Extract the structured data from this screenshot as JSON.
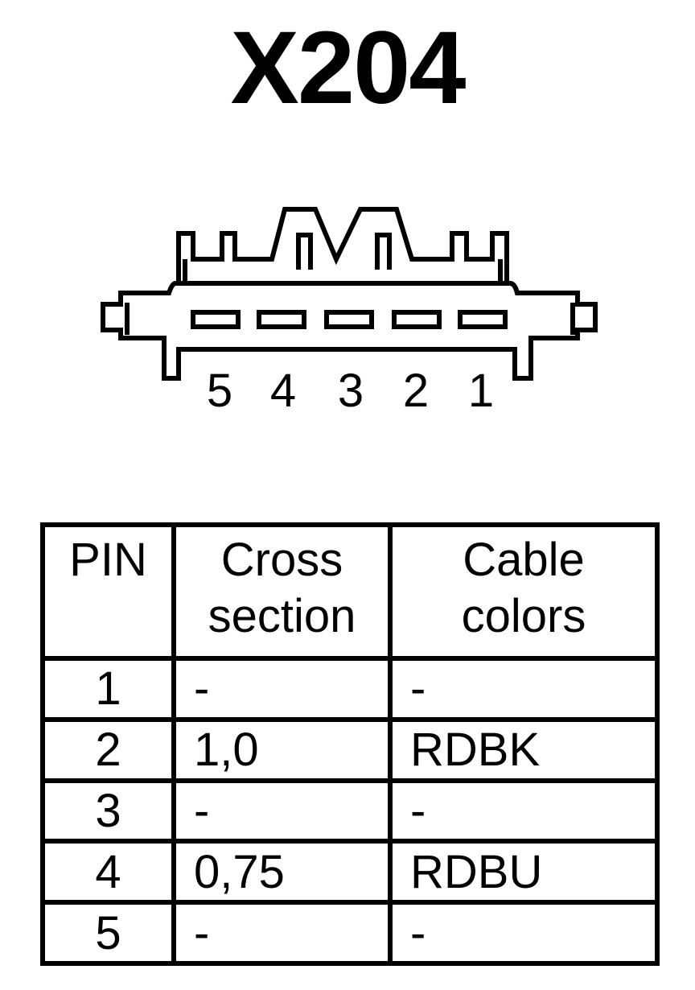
{
  "title": "X204",
  "connector": {
    "pin_labels": [
      "5",
      "4",
      "3",
      "2",
      "1"
    ]
  },
  "table": {
    "headers": {
      "pin": "PIN",
      "cross_section": [
        "Cross",
        "section"
      ],
      "cable_colors": [
        "Cable",
        "colors"
      ]
    },
    "rows": [
      {
        "pin": "1",
        "cross_section": "-",
        "cable_color": "-"
      },
      {
        "pin": "2",
        "cross_section": "1,0",
        "cable_color": "RDBK"
      },
      {
        "pin": "3",
        "cross_section": "-",
        "cable_color": "-"
      },
      {
        "pin": "4",
        "cross_section": "0,75",
        "cable_color": "RDBU"
      },
      {
        "pin": "5",
        "cross_section": "-",
        "cable_color": "-"
      }
    ]
  }
}
